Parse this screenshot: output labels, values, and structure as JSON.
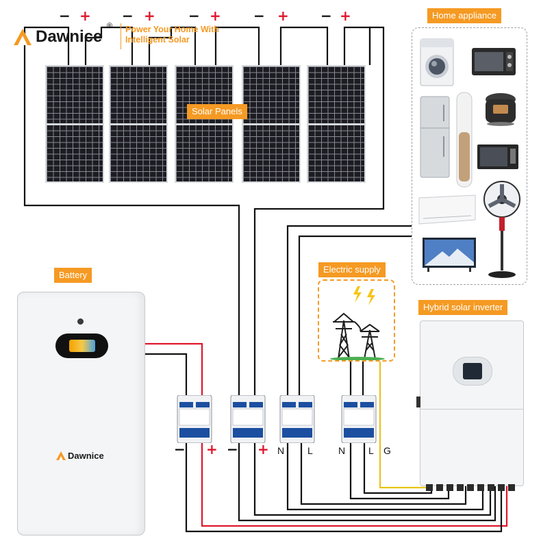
{
  "brand": {
    "name": "Dawnice",
    "slogan_line1": "Power Your Home With",
    "slogan_line2": "Intelligent Solar",
    "registered_mark": "®"
  },
  "labels": {
    "solar_panels": "Solar Panels",
    "home_appliance": "Home appliance",
    "battery": "Battery",
    "electric_supply": "Electric supply",
    "hybrid_inverter": "Hybrid solar inverter"
  },
  "panel_polarity": {
    "minus": "−",
    "plus": "+"
  },
  "breaker_terminals": {
    "battery_minus": "−",
    "battery_plus": "+",
    "pv_minus": "−",
    "pv_plus": "+",
    "load_n": "N",
    "load_l": "L",
    "grid_n": "N",
    "grid_l": "L",
    "grid_g": "G"
  },
  "battery_brand": "Dawnice",
  "appliances": [
    "washing-machine",
    "oven",
    "refrigerator",
    "tower-air-conditioner",
    "rice-cooker",
    "microwave",
    "split-air-conditioner",
    "stand-fan",
    "television"
  ],
  "colors": {
    "accent": "#f59a23",
    "positive": "#e0162b",
    "negative": "#111111",
    "ground": "#e8c31a"
  }
}
